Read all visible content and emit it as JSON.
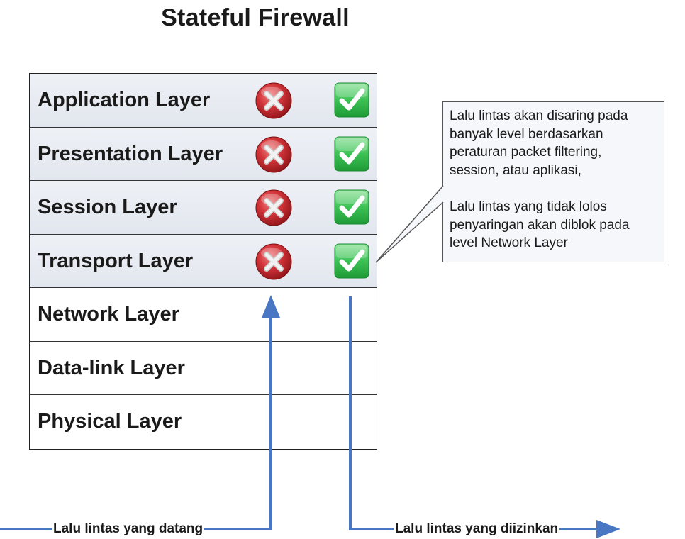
{
  "title": "Stateful Firewall",
  "layers": [
    {
      "label": "Application Layer",
      "shaded": true,
      "blocked_icon": "red-x-icon",
      "allowed_icon": "green-check-icon"
    },
    {
      "label": "Presentation Layer",
      "shaded": true,
      "blocked_icon": "red-x-icon",
      "allowed_icon": "green-check-icon"
    },
    {
      "label": "Session Layer",
      "shaded": true,
      "blocked_icon": "red-x-icon",
      "allowed_icon": "green-check-icon"
    },
    {
      "label": "Transport Layer",
      "shaded": true,
      "blocked_icon": "red-x-icon",
      "allowed_icon": "green-check-icon"
    },
    {
      "label": "Network Layer",
      "shaded": false
    },
    {
      "label": "Data-link Layer",
      "shaded": false
    },
    {
      "label": "Physical Layer",
      "shaded": false
    }
  ],
  "callout": {
    "paragraph1_lines": [
      "Lalu lintas akan disaring pada",
      "banyak level berdasarkan",
      "peraturan packet filtering,",
      "session, atau aplikasi,"
    ],
    "paragraph2_lines": [
      "Lalu lintas yang tidak lolos",
      "penyaringan akan diblok pada",
      "level Network Layer"
    ]
  },
  "flows": {
    "incoming_label": "Lalu lintas yang datang",
    "allowed_label": "Lalu lintas yang diizinkan"
  },
  "colors": {
    "arrow": "#4a77c4",
    "blocked": "#c0262a",
    "allowed": "#2fb84a",
    "shaded_layer": "#e6e9f0",
    "border": "#222222"
  }
}
